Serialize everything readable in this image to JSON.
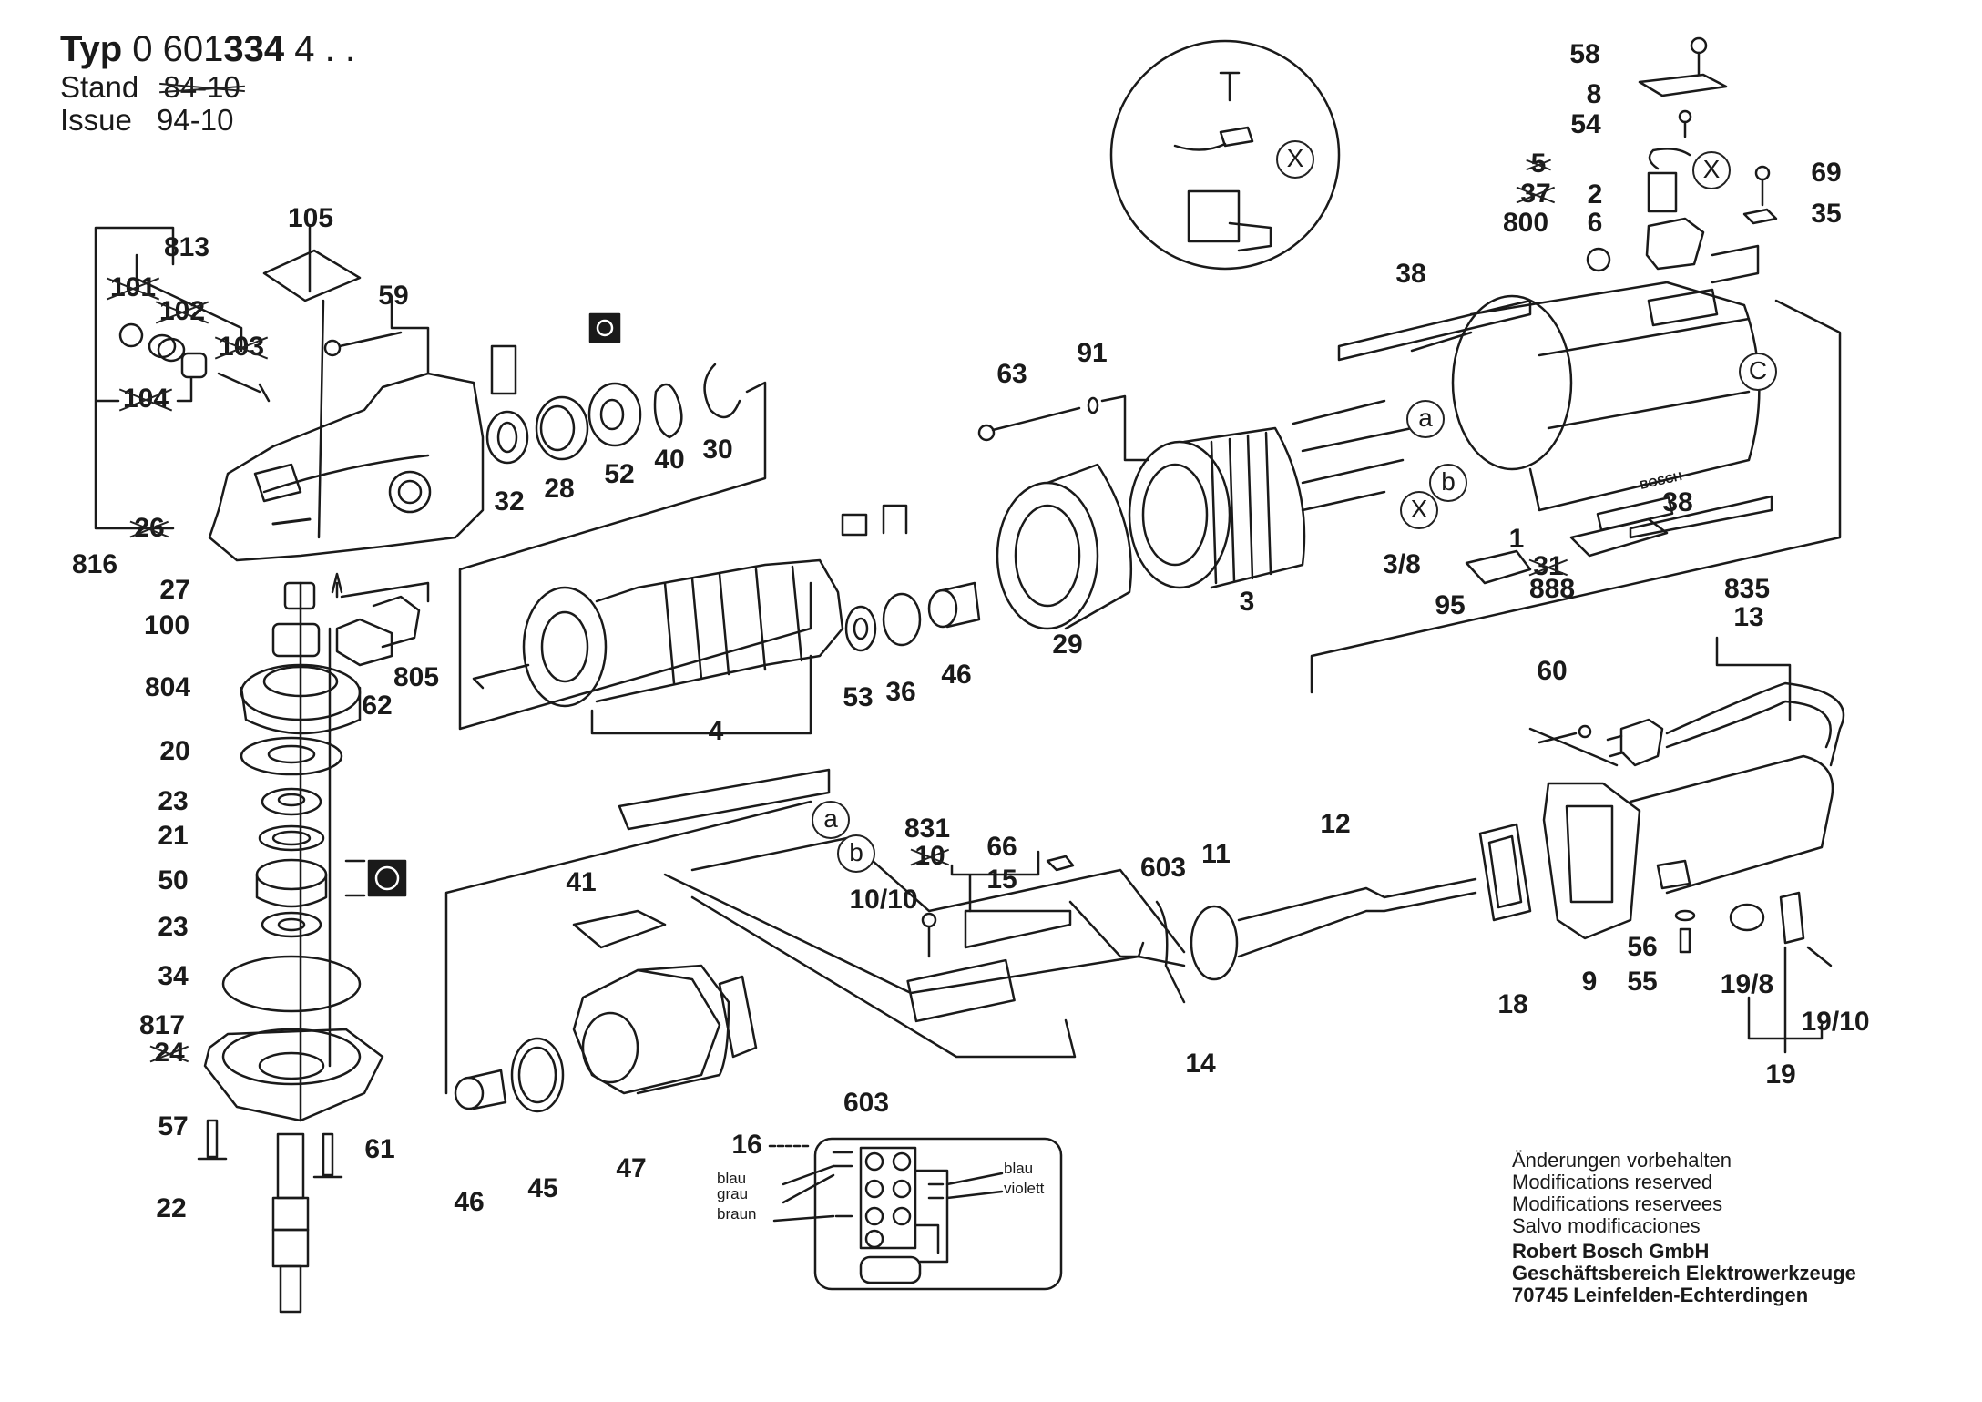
{
  "header": {
    "typ_label": "Typ",
    "typ_prefix": "0 601",
    "typ_bold": "334",
    "typ_suffix": "4 . .",
    "stand_label": "Stand",
    "stand_value_struck": "84-10",
    "issue_label": "Issue",
    "issue_value": "94-10"
  },
  "callouts": {
    "p105": "105",
    "p813": "813",
    "p101": "101",
    "p102": "102",
    "p103": "103",
    "p104": "104",
    "p59": "59",
    "p26": "26",
    "p816": "816",
    "p32": "32",
    "p28": "28",
    "p52": "52",
    "p40": "40",
    "p30": "30",
    "p27": "27",
    "p100": "100",
    "p804": "804",
    "p62": "62",
    "p805": "805",
    "p20": "20",
    "p23a": "23",
    "p21": "21",
    "p50": "50",
    "p23b": "23",
    "p34": "34",
    "p817": "817",
    "p24": "24",
    "p57": "57",
    "p61": "61",
    "p22": "22",
    "p4": "4",
    "p53": "53",
    "p36": "36",
    "p46a": "46",
    "p29": "29",
    "p63": "63",
    "p91": "91",
    "p3": "3",
    "p3_8": "3/8",
    "p38a": "38",
    "p38b": "38",
    "p1": "1",
    "p31": "31",
    "p888": "888",
    "p95": "95",
    "p58": "58",
    "p8": "8",
    "p54": "54",
    "p5": "5",
    "p37": "37",
    "p800": "800",
    "p2": "2",
    "p6": "6",
    "p69": "69",
    "p35": "35",
    "p835": "835",
    "p13": "13",
    "p60": "60",
    "p12": "12",
    "p11": "11",
    "p603a": "603",
    "p9": "9",
    "p18": "18",
    "p56": "56",
    "p55": "55",
    "p19_8": "19/8",
    "p19_10": "19/10",
    "p19": "19",
    "p831": "831",
    "p10": "10",
    "p10_10": "10/10",
    "p66": "66",
    "p15": "15",
    "p14": "14",
    "p603b": "603",
    "p41": "41",
    "p16": "16",
    "p46b": "46",
    "p45": "45",
    "p47": "47"
  },
  "markers": {
    "a1": "a",
    "b1": "b",
    "x1": "X",
    "c1": "C",
    "a2": "a",
    "b2": "b",
    "x_inset": "X",
    "x_brush": "X"
  },
  "wiring": {
    "left": [
      "blau",
      "grau",
      "braun"
    ],
    "right": [
      "blau",
      "violett"
    ]
  },
  "footer": {
    "lines": [
      "Änderungen vorbehalten",
      "Modifications reserved",
      "Modifications reservees",
      "Salvo modificaciones"
    ],
    "company": [
      "Robert Bosch GmbH",
      "Geschäftsbereich Elektrowerkzeuge",
      "70745 Leinfelden-Echterdingen"
    ]
  },
  "nameplate_text": "BOSCH"
}
